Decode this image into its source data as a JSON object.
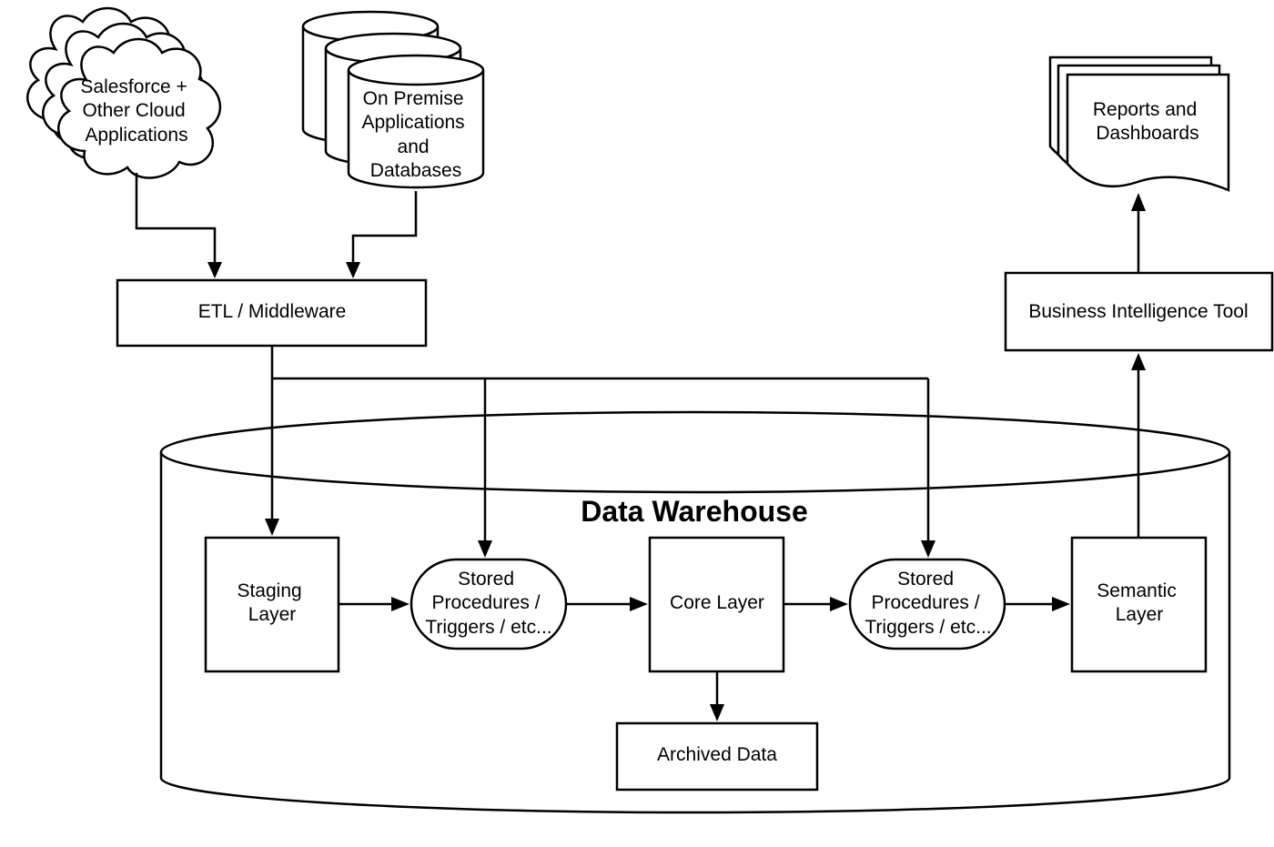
{
  "title": "Data Warehouse",
  "nodes": {
    "cloud_sources": {
      "lines": [
        "Salesforce +",
        "Other Cloud",
        "Applications"
      ]
    },
    "onprem_sources": {
      "lines": [
        "On Premise",
        "Applications",
        "and",
        "Databases"
      ]
    },
    "etl": {
      "lines": [
        "ETL / Middleware"
      ]
    },
    "bi_tool": {
      "lines": [
        "Business Intelligence Tool"
      ]
    },
    "reports": {
      "lines": [
        "Reports and",
        "Dashboards"
      ]
    },
    "staging": {
      "lines": [
        "Staging",
        "Layer"
      ]
    },
    "stored_proc_1": {
      "lines": [
        "Stored",
        "Procedures /",
        "Triggers / etc..."
      ]
    },
    "core": {
      "lines": [
        "Core Layer"
      ]
    },
    "stored_proc_2": {
      "lines": [
        "Stored",
        "Procedures /",
        "Triggers / etc..."
      ]
    },
    "semantic": {
      "lines": [
        "Semantic",
        "Layer"
      ]
    },
    "archive": {
      "lines": [
        "Archived Data"
      ]
    }
  },
  "colors": {
    "stroke": "#000000",
    "fill": "#ffffff",
    "text": "#000000"
  }
}
